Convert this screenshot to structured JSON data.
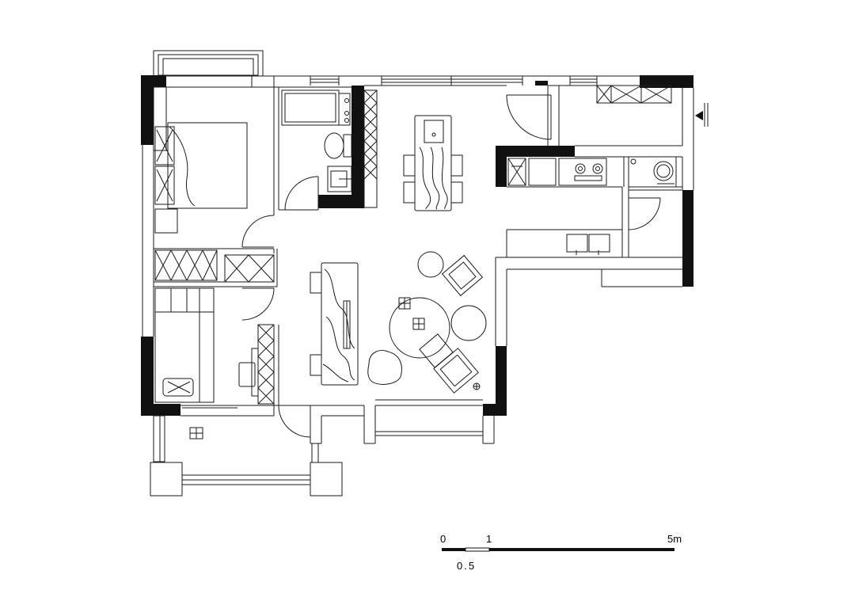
{
  "plan": {
    "scale_bar": {
      "label_start": "0",
      "label_one": "1",
      "label_end": "5m",
      "label_half": "0.5"
    }
  }
}
